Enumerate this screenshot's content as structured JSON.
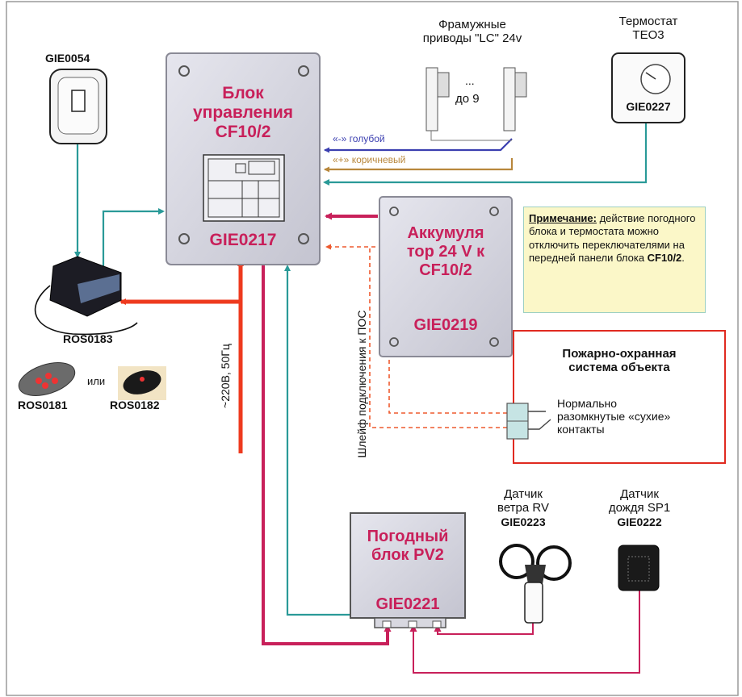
{
  "control_unit": {
    "title_l1": "Блок",
    "title_l2": "управления",
    "title_l3": "CF10/2",
    "code": "GIE0217"
  },
  "battery": {
    "title_l1": "Аккумуля",
    "title_l2": "тор 24 V к",
    "title_l3": "CF10/2",
    "code": "GIE0219"
  },
  "weather_block": {
    "title_l1": "Погодный",
    "title_l2": "блок PV2",
    "code": "GIE0221"
  },
  "actuators": {
    "title_l1": "Фрамужные",
    "title_l2": "приводы \"LC\" 24v",
    "dots": "...",
    "count": "до 9"
  },
  "thermostat": {
    "title_l1": "Термостат",
    "title_l2": "ТЕО3",
    "code": "GIE0227"
  },
  "switch_device": {
    "code": "GIE0054"
  },
  "receiver": {
    "code": "ROS0183"
  },
  "remote1": {
    "code": "ROS0181"
  },
  "remote2": {
    "code": "ROS0182"
  },
  "or_label": "или",
  "wire_blue": "«-» голубой",
  "wire_brown": "«+» коричневый",
  "power_label": "~220В, 50Гц",
  "loop_label": "Шлейф подключения к ПОС",
  "note": {
    "title": "Примечание:",
    "text": " действие погодного блока и термостата можно отключить переключателями на передней панели блока ",
    "bold_end": "CF10/2",
    "end": "."
  },
  "fire_system": {
    "title_l1": "Пожарно-охранная",
    "title_l2": "система объекта",
    "contacts_l1": "Нормально",
    "contacts_l2": "разомкнутые «сухие»",
    "contacts_l3": "контакты"
  },
  "wind_sensor": {
    "l1": "Датчик",
    "l2": "ветра RV",
    "code": "GIE0223"
  },
  "rain_sensor": {
    "l1": "Датчик",
    "l2": "дождя SP1",
    "code": "GIE0222"
  },
  "colors": {
    "red": "#ee3a1e",
    "magenta": "#c8205a",
    "teal": "#2a9a98",
    "blue_wire": "#3b3fb0",
    "brown_wire": "#b8873c",
    "text_blue": "#1a3da8"
  }
}
